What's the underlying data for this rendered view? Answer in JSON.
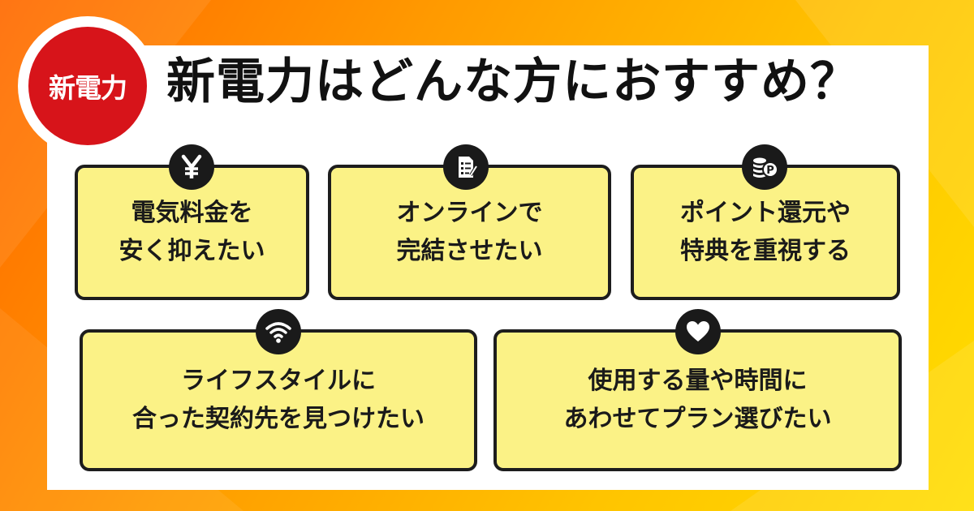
{
  "badge": {
    "label": "新電力"
  },
  "title": "新電力はどんな方におすすめ？",
  "cards": [
    {
      "text": "電気料金を\n安く抑えたい",
      "icon": "yen-icon"
    },
    {
      "text": "オンラインで\n完結させたい",
      "icon": "document-checklist-icon"
    },
    {
      "text": "ポイント還元や\n特典を重視する",
      "icon": "coin-point-icon"
    },
    {
      "text": "ライフスタイルに\n合った契約先を見つけたい",
      "icon": "wifi-icon"
    },
    {
      "text": "使用する量や時間に\nあわせてプラン選びたい",
      "icon": "heart-icon"
    }
  ],
  "colors": {
    "badge_red": "#d7141a",
    "card_fill": "#fbf286",
    "card_border": "#1d1d1d",
    "bg_orange": "#ff7a00",
    "bg_yellow": "#ffde00"
  }
}
